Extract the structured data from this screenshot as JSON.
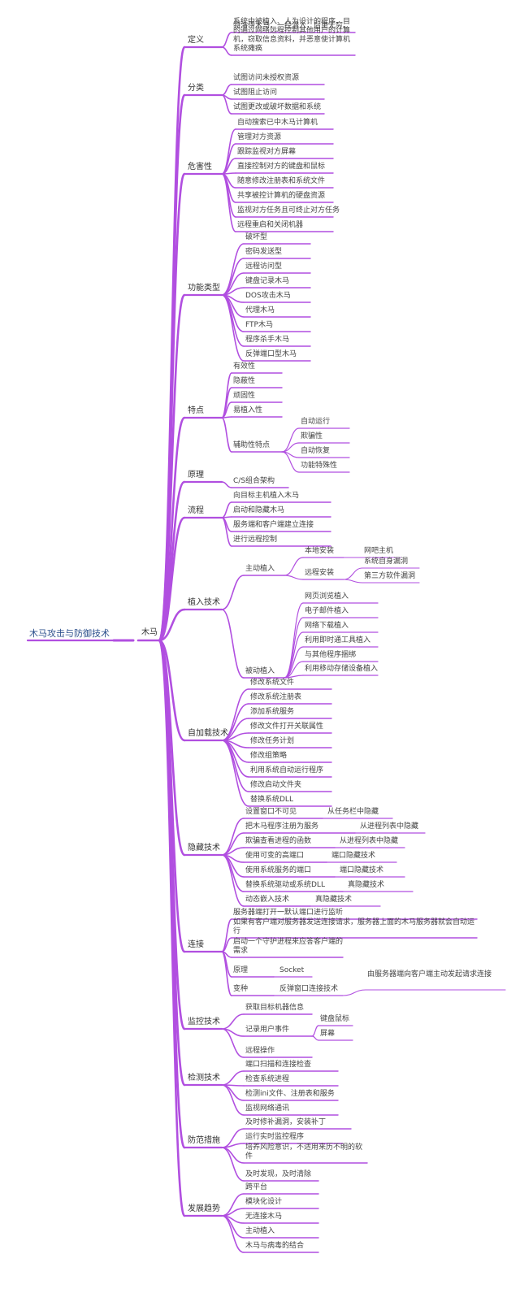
{
  "colors": {
    "branch": "#b14fe0",
    "root_text": "#2b4f8c",
    "text": "#444444"
  },
  "mindmap": {
    "root": {
      "label": "木马攻击与防御技术"
    },
    "center": {
      "label": "木马"
    },
    "branches": [
      {
        "label": "定义",
        "children": [
          {
            "label": "特洛伊木马，一经潜入，后患无穷。"
          },
          {
            "label": "系统中被植入、人为设计的程序，目的通过网络远程控制其他用户的计算机，窃取信息资料，并恶意使计算机系统瘫痪"
          }
        ]
      },
      {
        "label": "分类",
        "children": [
          {
            "label": "试图访问未授权资源"
          },
          {
            "label": "试图阻止访问"
          },
          {
            "label": "试图更改或破坏数据和系统"
          }
        ]
      },
      {
        "label": "危害性",
        "children": [
          {
            "label": "自动搜索已中木马计算机"
          },
          {
            "label": "管理对方资源"
          },
          {
            "label": "跟踪监视对方屏幕"
          },
          {
            "label": "直接控制对方的键盘和鼠标"
          },
          {
            "label": "随意修改注册表和系统文件"
          },
          {
            "label": "共享被控计算机的硬盘资源"
          },
          {
            "label": "监视对方任务且可终止对方任务"
          },
          {
            "label": "远程重启和关闭机器"
          }
        ]
      },
      {
        "label": "功能类型",
        "children": [
          {
            "label": "破坏型"
          },
          {
            "label": "密码发送型"
          },
          {
            "label": "远程访问型"
          },
          {
            "label": "键盘记录木马"
          },
          {
            "label": "DOS攻击木马"
          },
          {
            "label": "代理木马"
          },
          {
            "label": "FTP木马"
          },
          {
            "label": "程序杀手木马"
          },
          {
            "label": "反弹端口型木马"
          }
        ]
      },
      {
        "label": "特点",
        "children": [
          {
            "label": "有效性"
          },
          {
            "label": "隐蔽性"
          },
          {
            "label": "顽固性"
          },
          {
            "label": "易植入性"
          },
          {
            "label": "辅助性特点",
            "children": [
              {
                "label": "自动运行"
              },
              {
                "label": "欺骗性"
              },
              {
                "label": "自动恢复"
              },
              {
                "label": "功能特殊性"
              }
            ]
          }
        ]
      },
      {
        "label": "原理",
        "children": [
          {
            "label": "C/S组合架构"
          }
        ]
      },
      {
        "label": "流程",
        "children": [
          {
            "label": "向目标主机植入木马"
          },
          {
            "label": "启动和隐藏木马"
          },
          {
            "label": "服务端和客户端建立连接"
          },
          {
            "label": "进行远程控制"
          }
        ]
      },
      {
        "label": "植入技术",
        "children": [
          {
            "label": "主动植入",
            "children": [
              {
                "label": "本地安装",
                "children": [
                  {
                    "label": "网吧主机"
                  }
                ]
              },
              {
                "label": "远程安装",
                "children": [
                  {
                    "label": "系统自身漏洞"
                  },
                  {
                    "label": "第三方软件漏洞"
                  }
                ]
              }
            ]
          },
          {
            "label": "被动植入",
            "children": [
              {
                "label": "网页浏览植入"
              },
              {
                "label": "电子邮件植入"
              },
              {
                "label": "网络下载植入"
              },
              {
                "label": "利用即时通工具植入"
              },
              {
                "label": "与其他程序捆绑"
              },
              {
                "label": "利用移动存储设备植入"
              }
            ]
          }
        ]
      },
      {
        "label": "自加载技术",
        "children": [
          {
            "label": "修改系统文件"
          },
          {
            "label": "修改系统注册表"
          },
          {
            "label": "添加系统服务"
          },
          {
            "label": "修改文件打开关联属性"
          },
          {
            "label": "修改任务计划"
          },
          {
            "label": "修改组策略"
          },
          {
            "label": "利用系统自动运行程序"
          },
          {
            "label": "修改启动文件夹"
          },
          {
            "label": "替换系统DLL"
          }
        ]
      },
      {
        "label": "隐藏技术",
        "children": [
          {
            "label": "设置窗口不可见",
            "children": [
              {
                "label": "从任务栏中隐藏"
              }
            ]
          },
          {
            "label": "把木马程序注册为服务",
            "children": [
              {
                "label": "从进程列表中隐藏"
              }
            ]
          },
          {
            "label": "欺骗查看进程的函数",
            "children": [
              {
                "label": "从进程列表中隐藏"
              }
            ]
          },
          {
            "label": "使用可变的高端口",
            "children": [
              {
                "label": "端口隐藏技术"
              }
            ]
          },
          {
            "label": "使用系统服务的端口",
            "children": [
              {
                "label": "端口隐藏技术"
              }
            ]
          },
          {
            "label": "替换系统驱动或系统DLL",
            "children": [
              {
                "label": "真隐藏技术"
              }
            ]
          },
          {
            "label": "动态嵌入技术",
            "children": [
              {
                "label": "真隐藏技术"
              }
            ]
          }
        ]
      },
      {
        "label": "连接",
        "children": [
          {
            "label": "服务器端打开一默认端口进行监听"
          },
          {
            "label": "如果有客户端对服务器发送连接请求，服务器上面的木马服务器就会自动运行"
          },
          {
            "label": "启动一个守护进程来应答客户端的需求"
          },
          {
            "label": "原理",
            "children": [
              {
                "label": "Socket"
              }
            ]
          },
          {
            "label": "变种",
            "children": [
              {
                "label": "反弹窗口连接技术",
                "children": [
                  {
                    "label": "由服务器端向客户端主动发起请求连接"
                  }
                ]
              }
            ]
          }
        ]
      },
      {
        "label": "监控技术",
        "children": [
          {
            "label": "获取目标机器信息"
          },
          {
            "label": "记录用户事件",
            "children": [
              {
                "label": "键盘鼠标"
              },
              {
                "label": "屏幕"
              }
            ]
          },
          {
            "label": "远程操作"
          }
        ]
      },
      {
        "label": "检测技术",
        "children": [
          {
            "label": "端口扫描和连接检查"
          },
          {
            "label": "检查系统进程"
          },
          {
            "label": "检测ini文件、注册表和服务"
          },
          {
            "label": "监视网络通讯"
          }
        ]
      },
      {
        "label": "防范措施",
        "children": [
          {
            "label": "及时修补漏洞，安装补丁"
          },
          {
            "label": "运行实时监控程序"
          },
          {
            "label": "培养风险意识，不适用来历不明的软件"
          },
          {
            "label": "及时发现，及时清除"
          }
        ]
      },
      {
        "label": "发展趋势",
        "children": [
          {
            "label": "跨平台"
          },
          {
            "label": "模块化设计"
          },
          {
            "label": "无连接木马"
          },
          {
            "label": "主动植入"
          },
          {
            "label": "木马与病毒的结合"
          }
        ]
      }
    ]
  }
}
